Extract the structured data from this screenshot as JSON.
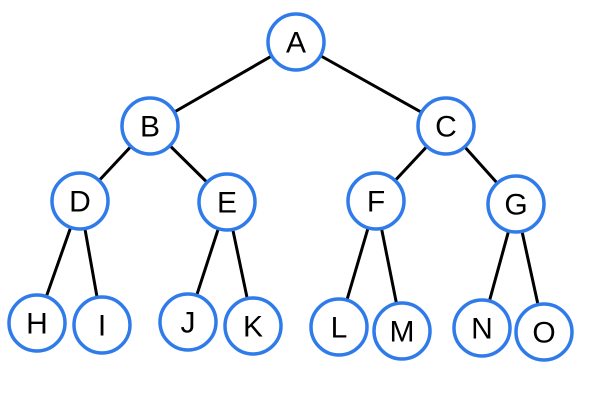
{
  "tree": {
    "colors": {
      "node_outline": "#2f7bea",
      "edge": "#000000",
      "background": "#ffffff"
    },
    "nodes": [
      {
        "id": "A",
        "label": "A"
      },
      {
        "id": "B",
        "label": "B"
      },
      {
        "id": "C",
        "label": "C"
      },
      {
        "id": "D",
        "label": "D"
      },
      {
        "id": "E",
        "label": "E"
      },
      {
        "id": "F",
        "label": "F"
      },
      {
        "id": "G",
        "label": "G"
      },
      {
        "id": "H",
        "label": "H"
      },
      {
        "id": "I",
        "label": "I"
      },
      {
        "id": "J",
        "label": "J"
      },
      {
        "id": "K",
        "label": "K"
      },
      {
        "id": "L",
        "label": "L"
      },
      {
        "id": "M",
        "label": "M"
      },
      {
        "id": "N",
        "label": "N"
      },
      {
        "id": "O",
        "label": "O"
      }
    ],
    "edges": [
      [
        "A",
        "B"
      ],
      [
        "A",
        "C"
      ],
      [
        "B",
        "D"
      ],
      [
        "B",
        "E"
      ],
      [
        "C",
        "F"
      ],
      [
        "C",
        "G"
      ],
      [
        "D",
        "H"
      ],
      [
        "D",
        "I"
      ],
      [
        "E",
        "J"
      ],
      [
        "E",
        "K"
      ],
      [
        "F",
        "L"
      ],
      [
        "F",
        "M"
      ],
      [
        "G",
        "N"
      ],
      [
        "G",
        "O"
      ]
    ]
  }
}
